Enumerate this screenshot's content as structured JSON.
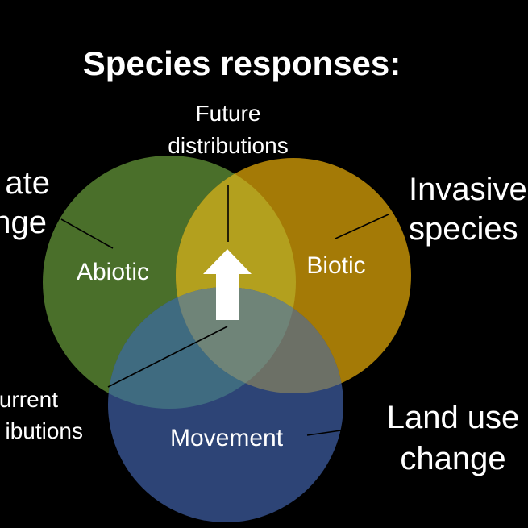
{
  "title": "Species responses:",
  "circles": {
    "abiotic": {
      "label": "Abiotic",
      "color": "#4a6f2a"
    },
    "biotic": {
      "label": "Biotic",
      "color": "#a47a06"
    },
    "movement": {
      "label": "Movement",
      "color": "#2d4476"
    }
  },
  "overlap_color": "#b3a01e",
  "center_color": "#6f8478",
  "annotations": {
    "future_line1": "Future",
    "future_line2": "distributions",
    "current_line1": "urrent",
    "current_line2": "ibutions",
    "climate_line1": "ate",
    "climate_line2": "nge",
    "invasive_line1": "Invasive",
    "invasive_line2": "species",
    "landuse_line1": "Land use",
    "landuse_line2": "change"
  }
}
